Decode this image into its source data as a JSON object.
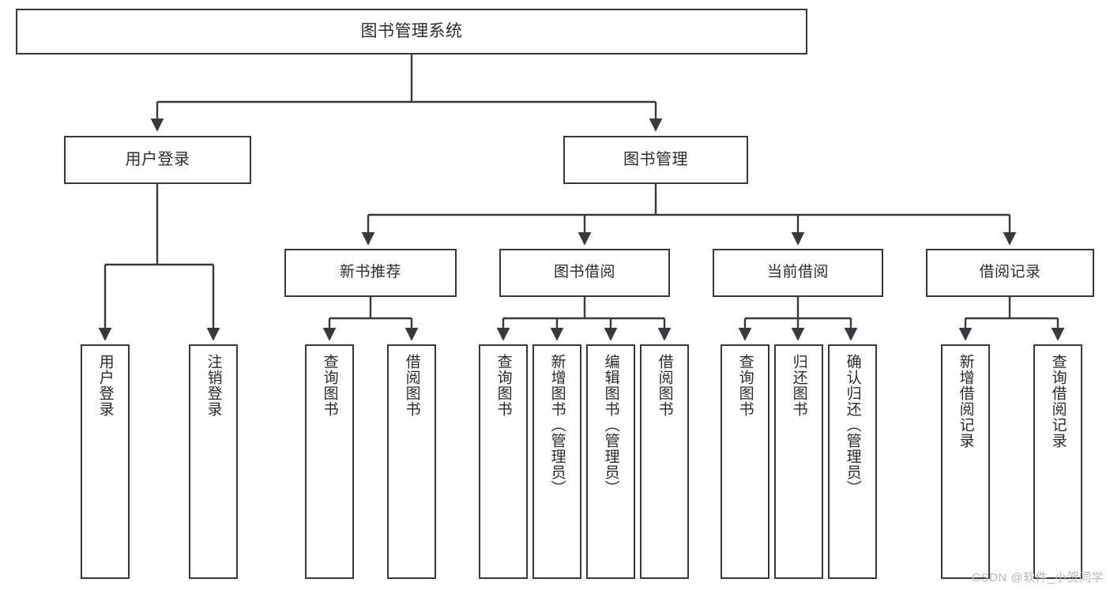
{
  "diagram": {
    "type": "tree",
    "title": "图书管理系统",
    "root": {
      "label": "图书管理系统"
    },
    "level1": [
      {
        "label": "用户登录"
      },
      {
        "label": "图书管理"
      }
    ],
    "level2": [
      {
        "label": "新书推荐"
      },
      {
        "label": "图书借阅"
      },
      {
        "label": "当前借阅"
      },
      {
        "label": "借阅记录"
      }
    ],
    "leaves": {
      "user_login": [
        {
          "label": "用户登录"
        },
        {
          "label": "注销登录"
        }
      ],
      "new_book_recommend": [
        {
          "label": "查询图书"
        },
        {
          "label": "借阅图书"
        }
      ],
      "book_borrow": [
        {
          "label": "查询图书"
        },
        {
          "label": "新增图书（管理员）"
        },
        {
          "label": "编辑图书（管理员）"
        },
        {
          "label": "借阅图书"
        }
      ],
      "current_borrow": [
        {
          "label": "查询图书"
        },
        {
          "label": "归还图书"
        },
        {
          "label": "确认归还（管理员）"
        }
      ],
      "borrow_record": [
        {
          "label": "新增借阅记录"
        },
        {
          "label": "查询借阅记录"
        }
      ]
    },
    "colors": {
      "border": "#36393d",
      "text": "#2b2b2b",
      "background": "#ffffff",
      "connector": "#36393d",
      "watermark": "#b9b9b9"
    }
  },
  "watermark": {
    "text": "CSDN @软件_小贺同学"
  }
}
